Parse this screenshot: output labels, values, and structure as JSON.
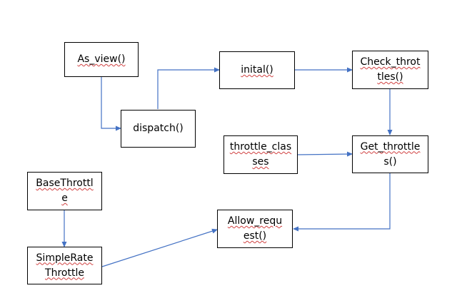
{
  "nodes": {
    "as_view": {
      "lines": [
        "As_view()"
      ]
    },
    "dispatch": {
      "lines": [
        "dispatch()"
      ]
    },
    "inital": {
      "lines": [
        "inital()"
      ]
    },
    "check_throttles": {
      "lines": [
        "Check_throt",
        "tles()"
      ]
    },
    "throttle_classes": {
      "lines": [
        "throttle_clas",
        "ses"
      ]
    },
    "get_throttles": {
      "lines": [
        "Get_throttle",
        "s()"
      ]
    },
    "base_throttle": {
      "lines": [
        "BaseThrottl",
        "e"
      ]
    },
    "simple_rate_throttle": {
      "lines": [
        "SimpleRate",
        "Throttle"
      ]
    },
    "allow_request": {
      "lines": [
        "Allow_requ",
        "est()"
      ]
    }
  },
  "colors": {
    "arrow": "#4472c4",
    "border": "#000000",
    "squiggle": "#d04040"
  }
}
